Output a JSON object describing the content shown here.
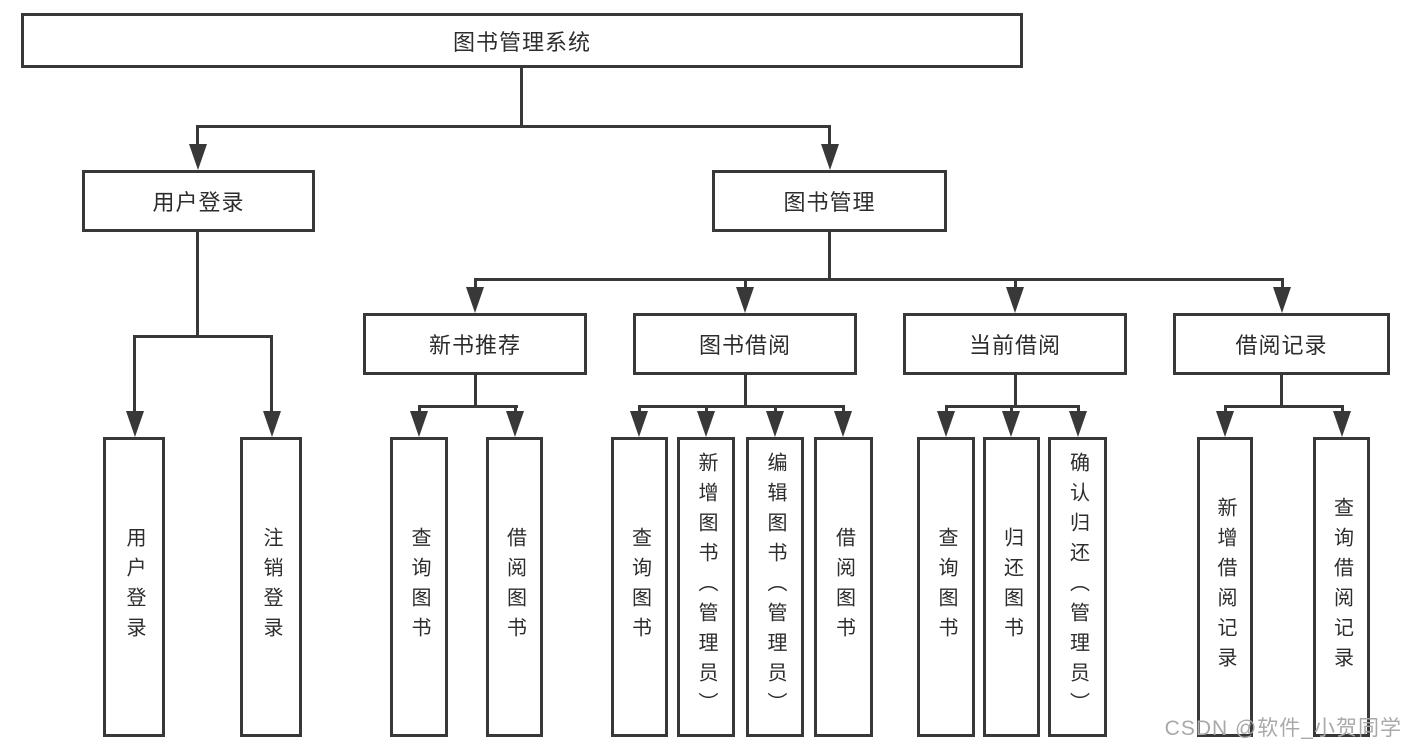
{
  "colors": {
    "line": "#383838",
    "box_border": "#383838",
    "text": "#2d2d2d",
    "watermark": "#a9a9a9",
    "background": "#ffffff"
  },
  "tree": {
    "root": "图书管理系统",
    "branches": [
      {
        "label": "用户登录",
        "children": [
          "用户登录",
          "注销登录"
        ]
      },
      {
        "label": "图书管理",
        "children": [
          {
            "label": "新书推荐",
            "children": [
              "查询图书",
              "借阅图书"
            ]
          },
          {
            "label": "图书借阅",
            "children": [
              "查询图书",
              "新增图书（管理员）",
              "编辑图书（管理员）",
              "借阅图书"
            ]
          },
          {
            "label": "当前借阅",
            "children": [
              "查询图书",
              "归还图书",
              "确认归还（管理员）"
            ]
          },
          {
            "label": "借阅记录",
            "children": [
              "新增借阅记录",
              "查询借阅记录"
            ]
          }
        ]
      }
    ]
  },
  "watermark": "CSDN @软件_小贺同学"
}
